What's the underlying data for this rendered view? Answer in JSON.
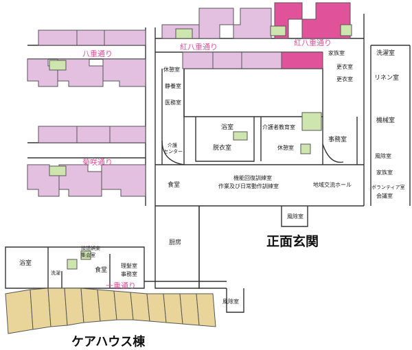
{
  "colors": {
    "unit_light": "#e3bfe0",
    "unit_dark": "#e0529a",
    "unit_yellow": "#e9d59a",
    "facility": "#cfe5b0",
    "corridor_text": "#e0529a",
    "wall": "#333333"
  },
  "corridors": {
    "yae": "八重通り",
    "kiku": "菊咲通り",
    "benikawa_left": "紅八重通り",
    "benikawa_right": "紅八重通り",
    "hitoe": "一重通り"
  },
  "rooms": {
    "sentakushitsu": "洗濯室",
    "rinenshitsu": "リネン室",
    "kikaishitsu": "機械室",
    "kazokushitsu_top": "家族室",
    "kouishitsu": "更衣室",
    "kouishitsu_2": "更衣室",
    "fuujoshitsu_right": "風除室",
    "kazokushitsu": "家族室",
    "volunteer": "ボランティア室",
    "kaigishitsu": "会議室",
    "kyuukei_top": "休憩室",
    "seiyoushitsu": "静養室",
    "imushitsu": "医務室",
    "kaigo_center_1": "介護",
    "kaigo_center_2": "センター",
    "yokushitsu": "浴室",
    "datsuishitsu": "脱衣室",
    "kaigosha_kyouiku": "介護者教育室",
    "kyuukei_mid": "休憩室",
    "jimushitsu": "事務室",
    "kinou_1": "機能回復訓練室",
    "kinou_2": "作業及び日常動作訓練室",
    "chiiki_hall": "地域交流ホール",
    "shokudou": "食堂",
    "fuujoshitsu_entrance": "風除室",
    "chuubou": "厨房",
    "yokushitsu_lower": "浴室",
    "sentaku_small": "洗濯",
    "danwa_1": "談話娯楽",
    "danwa_2": "集会室",
    "shokudou_lower": "食堂",
    "riyou_1": "理髪室",
    "riyou_2": "事務室",
    "fuujoshitsu_lower": "風除室"
  },
  "labels": {
    "main_entrance": "正面玄関",
    "care_house": "ケアハウス棟"
  },
  "icons": [
    "restroom-icon",
    "wheelchair-icon",
    "elevator-icon"
  ]
}
